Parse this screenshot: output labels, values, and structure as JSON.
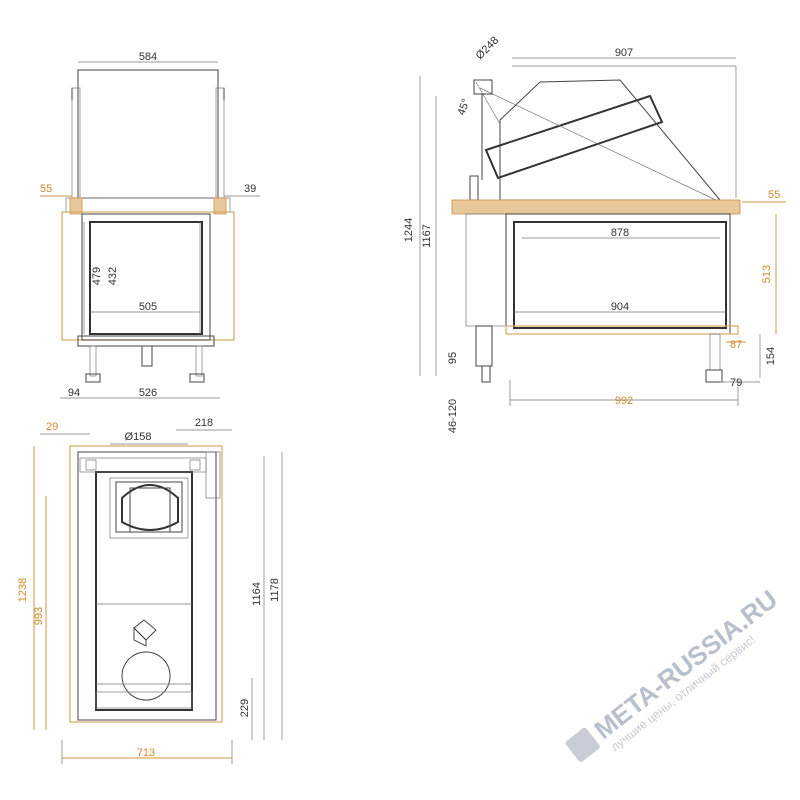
{
  "front_view": {
    "width_top": "584",
    "left_offset": "55",
    "right_offset": "39",
    "h_outer": "479",
    "h_inner": "432",
    "inner_width": "505",
    "leg_offset": "94",
    "base_width": "526"
  },
  "side_view": {
    "pipe_diameter": "Ø248",
    "angle": "45°",
    "top_width": "907",
    "total_height": "1244",
    "height_2": "1167",
    "right_offset": "55",
    "glass_top": "878",
    "glass_bottom": "904",
    "opening_height": "513",
    "leg_h": "95",
    "feet": "46-120",
    "depth": "992",
    "d87": "87",
    "d79": "79",
    "d154": "154"
  },
  "top_view": {
    "left_offset": "29",
    "flue_diameter": "Ø158",
    "flue_offset": "218",
    "total_depth": "1238",
    "depth_2": "993",
    "d1164": "1164",
    "d1178": "1178",
    "d229": "229",
    "width": "713"
  },
  "watermark": {
    "brand": "META-RUSSIA.RU",
    "slogan": "лучшие цены, отличный сервис!"
  }
}
